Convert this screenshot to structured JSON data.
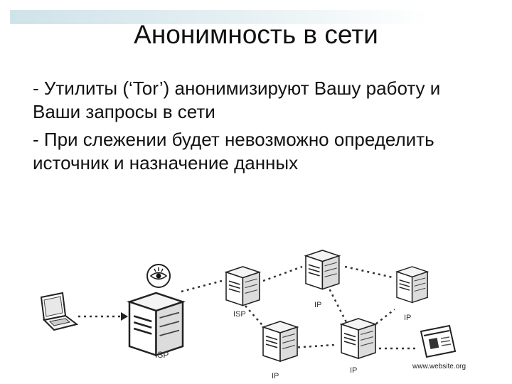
{
  "slide": {
    "title": "Анонимность в сети",
    "bullets": [
      " - Утилиты (‘Tor’) анонимизируют Вашу работу и Ваши запросы в сети",
      " - При слежении будет невозможно определить источник и назначение данных"
    ]
  },
  "diagram": {
    "labels": {
      "isp_main": "ISP",
      "isp_second": "ISP",
      "ip_top": "IP",
      "ip_right": "IP",
      "ip_bottom_left": "IP",
      "ip_bottom_right": "IP",
      "website": "www.website.org"
    },
    "icons": [
      "laptop-icon",
      "eye-icon",
      "server-icon",
      "webpage-icon"
    ]
  }
}
